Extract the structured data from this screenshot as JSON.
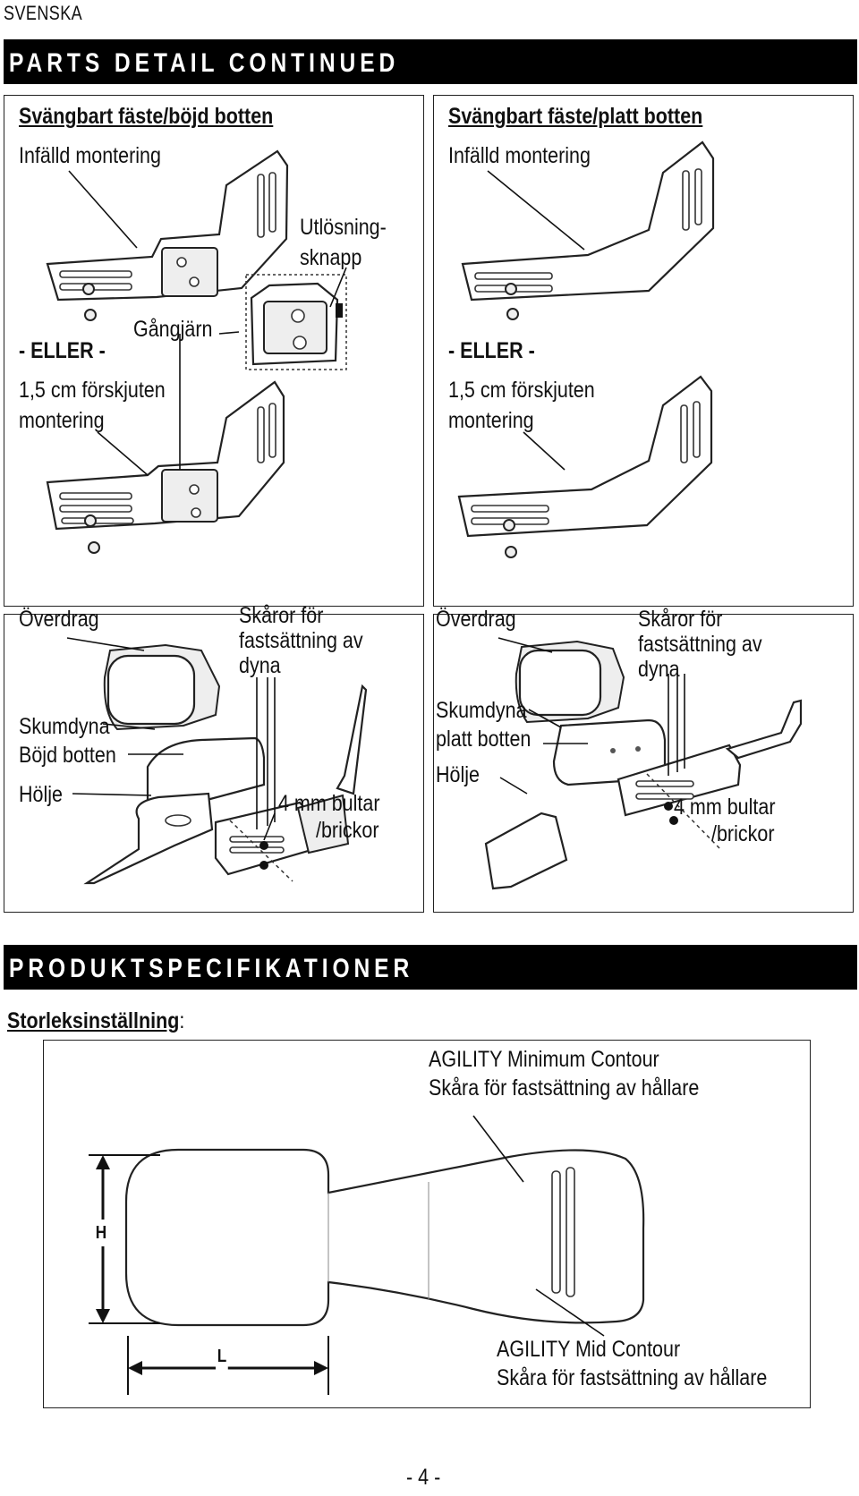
{
  "header": {
    "language": "SVENSKA"
  },
  "section1": {
    "banner": "PARTS DETAIL CONTINUED",
    "panel_left": {
      "title": "Svängbart fäste/böjd botten",
      "flush_mount": "Infälld montering",
      "release_button_1": "Utlösning-",
      "release_button_2": "sknapp",
      "or_label": "- ELLER -",
      "hinge": "Gångjärn",
      "offset_1": "1,5 cm förskjuten",
      "offset_2": "montering"
    },
    "panel_right": {
      "title": "Svängbart fäste/platt botten",
      "flush_mount": "Infälld montering",
      "or_label": "- ELLER -",
      "offset_1": "1,5 cm förskjuten",
      "offset_2": "montering"
    },
    "panel_bottom_left": {
      "cover": "Överdrag",
      "slots_1": "Skåror för",
      "slots_2": "fastsättning av",
      "slots_3": "dyna",
      "foam": "Skumdyna",
      "curved_base": "Böjd botten",
      "shell": "Hölje",
      "bolts_1": "4 mm bultar",
      "bolts_2": "/brickor"
    },
    "panel_bottom_right": {
      "cover": "Överdrag",
      "slots_1": "Skåror för",
      "slots_2": "fastsättning av",
      "slots_3": "dyna",
      "foam": "Skumdyna",
      "flat_base": "platt botten",
      "shell": "Hölje",
      "bolts_1": "4 mm bultar",
      "bolts_2": "/brickor"
    }
  },
  "section2": {
    "banner": "PRODUKTSPECIFIKATIONER",
    "sizing_label": "Storleksinställning",
    "sizing_colon": ":",
    "minimum_1": "AGILITY Minimum Contour",
    "minimum_2": "Skåra för fastsättning av hållare",
    "mid_1": "AGILITY Mid Contour",
    "mid_2": "Skåra för fastsättning av hållare",
    "dim_h": "H",
    "dim_l": "L"
  },
  "footer": {
    "page_number": "- 4 -"
  }
}
